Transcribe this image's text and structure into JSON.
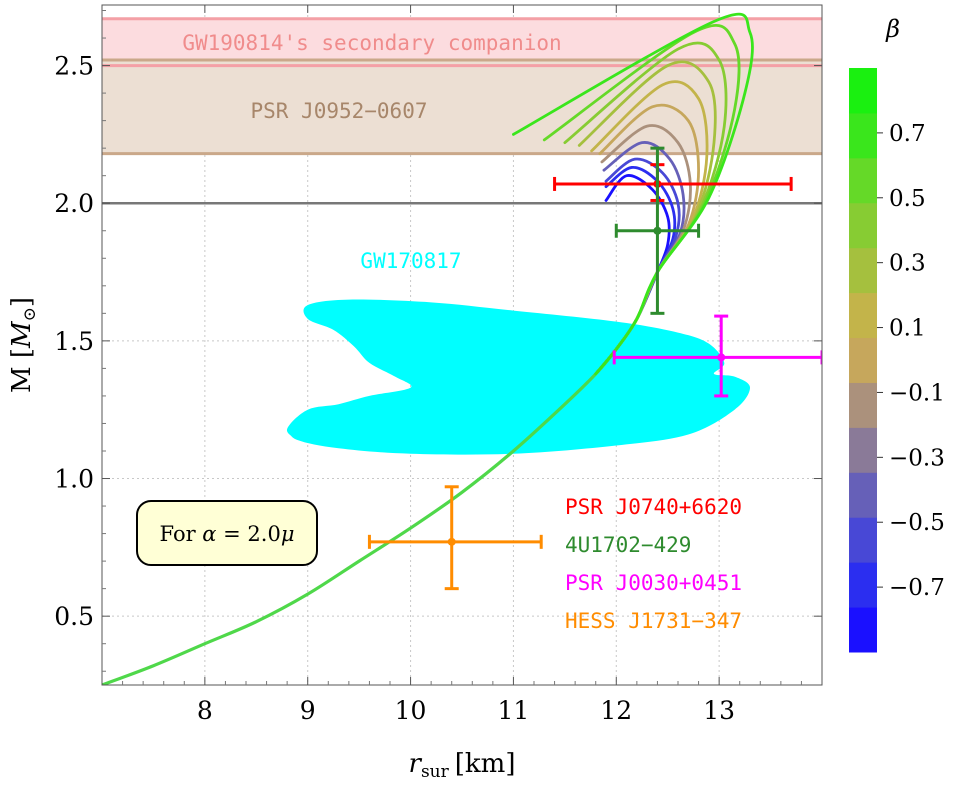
{
  "chart_data": {
    "type": "line",
    "title": "",
    "xlabel": {
      "symbol": "r",
      "subscript": "sur",
      "unit": "[km]"
    },
    "ylabel": {
      "prefix": "M [",
      "symbol": "M",
      "subscript": "⊙",
      "suffix": "]"
    },
    "xlim": [
      7.0,
      14.0
    ],
    "ylim": [
      0.25,
      2.72
    ],
    "x_ticks": [
      8,
      9,
      10,
      11,
      12,
      13
    ],
    "x_tick_labels": [
      "8",
      "9",
      "10",
      "11",
      "12",
      "13"
    ],
    "y_ticks": [
      0.5,
      1.0,
      1.5,
      2.0,
      2.5
    ],
    "y_tick_labels": [
      "0.5",
      "1.0",
      "1.5",
      "2.0",
      "2.5"
    ],
    "grid": true,
    "colorbar": {
      "label": "β",
      "range": [
        -0.9,
        0.9
      ],
      "ticks": [
        0.7,
        0.5,
        0.3,
        0.1,
        -0.1,
        -0.3,
        -0.5,
        -0.7
      ],
      "tick_labels": [
        "0.7",
        "0.5",
        "0.3",
        "0.1",
        "−0.1",
        "−0.3",
        "−0.5",
        "−0.7"
      ],
      "colors": [
        "#1a10ff",
        "#2b2ef0",
        "#4848d6",
        "#6660b8",
        "#8a7a98",
        "#ab917c",
        "#c6a75c",
        "#c3b44a",
        "#a5c03e",
        "#87cc33",
        "#65d928",
        "#3ae61c",
        "#1af010"
      ]
    },
    "bands": [
      {
        "name": "GW190814's secondary companion",
        "y_min": 2.5,
        "y_max": 2.67,
        "fill": "#fcdcdf",
        "edge": "#f4a0a6",
        "label_color": "#f08c8c"
      },
      {
        "name": "PSR J0952−0607",
        "y_min": 2.18,
        "y_max": 2.52,
        "fill": "#ecdfd3",
        "edge": "#caa88a",
        "label_color": "#a7866a"
      }
    ],
    "reference_line": {
      "y": 2.0,
      "color": "#777777"
    },
    "region": {
      "name": "GW170817",
      "color": "#00ffff",
      "points": [
        [
          8.8,
          1.18
        ],
        [
          8.9,
          1.14
        ],
        [
          9.3,
          1.11
        ],
        [
          10.0,
          1.09
        ],
        [
          11.0,
          1.09
        ],
        [
          12.0,
          1.12
        ],
        [
          12.7,
          1.16
        ],
        [
          13.15,
          1.25
        ],
        [
          13.3,
          1.33
        ],
        [
          13.15,
          1.37
        ],
        [
          12.95,
          1.38
        ],
        [
          13.05,
          1.42
        ],
        [
          12.9,
          1.49
        ],
        [
          12.6,
          1.53
        ],
        [
          12.0,
          1.57
        ],
        [
          11.0,
          1.61
        ],
        [
          10.2,
          1.64
        ],
        [
          9.4,
          1.65
        ],
        [
          9.0,
          1.63
        ],
        [
          9.0,
          1.58
        ],
        [
          9.25,
          1.54
        ],
        [
          9.45,
          1.48
        ],
        [
          9.6,
          1.42
        ],
        [
          9.85,
          1.37
        ],
        [
          10.0,
          1.33
        ],
        [
          9.6,
          1.3
        ],
        [
          9.3,
          1.27
        ],
        [
          9.0,
          1.25
        ]
      ]
    },
    "curve": {
      "base": [
        [
          7.0,
          0.25
        ],
        [
          7.5,
          0.32
        ],
        [
          8.0,
          0.4
        ],
        [
          8.5,
          0.48
        ],
        [
          9.0,
          0.58
        ],
        [
          9.5,
          0.7
        ],
        [
          10.0,
          0.82
        ],
        [
          10.5,
          0.95
        ],
        [
          11.0,
          1.1
        ],
        [
          11.5,
          1.27
        ],
        [
          11.8,
          1.38
        ],
        [
          12.0,
          1.47
        ],
        [
          12.2,
          1.58
        ],
        [
          12.4,
          1.75
        ]
      ],
      "branches": [
        {
          "beta": -0.8,
          "points": [
            [
              12.4,
              1.75
            ],
            [
              12.5,
              1.85
            ],
            [
              12.5,
              1.95
            ],
            [
              12.35,
              2.05
            ],
            [
              12.1,
              2.1
            ],
            [
              11.9,
              2.01
            ]
          ]
        },
        {
          "beta": -0.65,
          "points": [
            [
              12.4,
              1.75
            ],
            [
              12.55,
              1.87
            ],
            [
              12.55,
              1.98
            ],
            [
              12.4,
              2.08
            ],
            [
              12.15,
              2.13
            ],
            [
              11.9,
              2.06
            ]
          ]
        },
        {
          "beta": -0.5,
          "points": [
            [
              12.4,
              1.75
            ],
            [
              12.58,
              1.88
            ],
            [
              12.6,
              2.0
            ],
            [
              12.45,
              2.11
            ],
            [
              12.18,
              2.16
            ],
            [
              11.9,
              2.08
            ]
          ]
        },
        {
          "beta": -0.35,
          "points": [
            [
              12.4,
              1.75
            ],
            [
              12.62,
              1.89
            ],
            [
              12.65,
              2.03
            ],
            [
              12.52,
              2.16
            ],
            [
              12.25,
              2.22
            ],
            [
              11.88,
              2.12
            ]
          ]
        },
        {
          "beta": -0.2,
          "points": [
            [
              12.4,
              1.75
            ],
            [
              12.65,
              1.9
            ],
            [
              12.72,
              2.07
            ],
            [
              12.6,
              2.22
            ],
            [
              12.3,
              2.28
            ],
            [
              11.86,
              2.15
            ]
          ]
        },
        {
          "beta": -0.05,
          "points": [
            [
              12.4,
              1.75
            ],
            [
              12.7,
              1.92
            ],
            [
              12.8,
              2.12
            ],
            [
              12.7,
              2.3
            ],
            [
              12.35,
              2.35
            ],
            [
              11.84,
              2.18
            ]
          ]
        },
        {
          "beta": 0.1,
          "points": [
            [
              12.4,
              1.75
            ],
            [
              12.74,
              1.94
            ],
            [
              12.88,
              2.17
            ],
            [
              12.8,
              2.38
            ],
            [
              12.45,
              2.43
            ],
            [
              11.76,
              2.19
            ]
          ]
        },
        {
          "beta": 0.25,
          "points": [
            [
              12.4,
              1.75
            ],
            [
              12.78,
              1.96
            ],
            [
              12.95,
              2.22
            ],
            [
              12.9,
              2.44
            ],
            [
              12.5,
              2.5
            ],
            [
              11.64,
              2.21
            ]
          ]
        },
        {
          "beta": 0.4,
          "points": [
            [
              12.4,
              1.75
            ],
            [
              12.82,
              1.98
            ],
            [
              13.05,
              2.28
            ],
            [
              13.0,
              2.52
            ],
            [
              12.6,
              2.56
            ],
            [
              11.5,
              2.22
            ]
          ]
        },
        {
          "beta": 0.55,
          "points": [
            [
              12.4,
              1.75
            ],
            [
              12.86,
              2.0
            ],
            [
              13.15,
              2.34
            ],
            [
              13.15,
              2.58
            ],
            [
              12.75,
              2.62
            ],
            [
              11.3,
              2.23
            ]
          ]
        },
        {
          "beta": 0.7,
          "points": [
            [
              12.4,
              1.75
            ],
            [
              12.9,
              2.02
            ],
            [
              13.25,
              2.4
            ],
            [
              13.3,
              2.62
            ],
            [
              12.95,
              2.66
            ],
            [
              11.0,
              2.25
            ]
          ]
        }
      ]
    },
    "error_bars": [
      {
        "name": "PSR J0740+6620",
        "color": "#ff0000",
        "x": 12.4,
        "y": 2.07,
        "x_err": [
          11.4,
          13.7
        ],
        "y_err": [
          2.01,
          2.14
        ]
      },
      {
        "name": "4U1702−429",
        "color": "#2e8b2e",
        "x": 12.4,
        "y": 1.9,
        "x_err": [
          12.0,
          12.8
        ],
        "y_err": [
          1.6,
          2.2
        ]
      },
      {
        "name": "PSR J0030+0451",
        "color": "#ff00ff",
        "x": 13.02,
        "y": 1.44,
        "x_err": [
          11.98,
          14.0
        ],
        "y_err": [
          1.3,
          1.59
        ]
      },
      {
        "name": "HESS J1731−347",
        "color": "#ff8c00",
        "x": 10.4,
        "y": 0.77,
        "x_err": [
          9.6,
          11.27
        ],
        "y_err": [
          0.6,
          0.97
        ]
      }
    ]
  },
  "annotations": {
    "gw170817_label": "GW170817",
    "gw190814_label": "GW190814's secondary companion",
    "psr0952_label": "PSR J0952−0607",
    "legend_entries": [
      "PSR J0740+6620",
      "4U1702−429",
      "PSR J0030+0451",
      "HESS J1731−347"
    ],
    "box_text_prefix": "For ",
    "box_alpha_symbol": "α",
    "box_text_value": " = 2.0",
    "box_mu_symbol": "μ"
  }
}
